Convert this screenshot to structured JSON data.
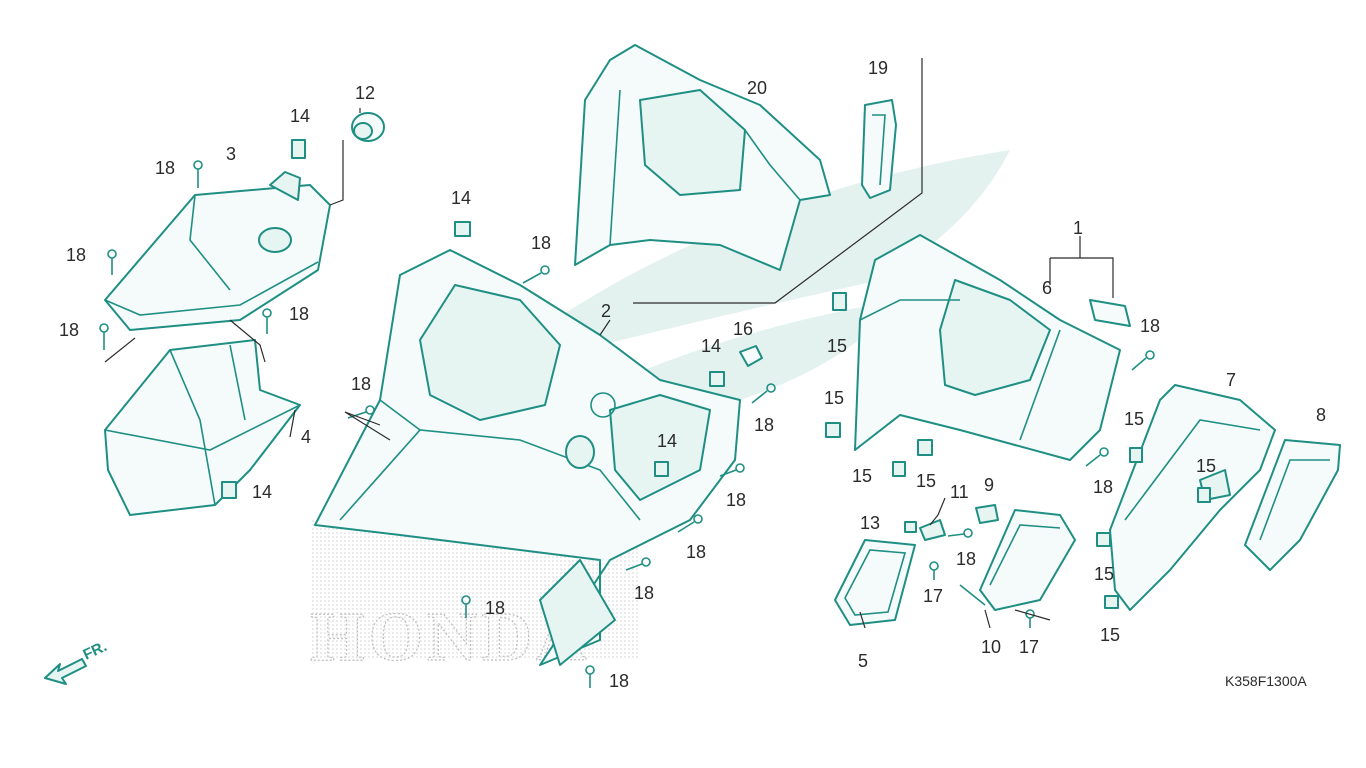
{
  "diagram": {
    "drawing_code": "K358F1300A",
    "direction_label": "FR.",
    "watermark_text": "HONDA",
    "callouts": [
      {
        "id": "c1",
        "label": "1"
      },
      {
        "id": "c2",
        "label": "2"
      },
      {
        "id": "c3",
        "label": "3"
      },
      {
        "id": "c4",
        "label": "4"
      },
      {
        "id": "c5",
        "label": "5"
      },
      {
        "id": "c6",
        "label": "6"
      },
      {
        "id": "c7",
        "label": "7"
      },
      {
        "id": "c8",
        "label": "8"
      },
      {
        "id": "c9",
        "label": "9"
      },
      {
        "id": "c10",
        "label": "10"
      },
      {
        "id": "c11",
        "label": "11"
      },
      {
        "id": "c12",
        "label": "12"
      },
      {
        "id": "c13",
        "label": "13"
      },
      {
        "id": "c14a",
        "label": "14"
      },
      {
        "id": "c14b",
        "label": "14"
      },
      {
        "id": "c14c",
        "label": "14"
      },
      {
        "id": "c14d",
        "label": "14"
      },
      {
        "id": "c14e",
        "label": "14"
      },
      {
        "id": "c15a",
        "label": "15"
      },
      {
        "id": "c15b",
        "label": "15"
      },
      {
        "id": "c15c",
        "label": "15"
      },
      {
        "id": "c15d",
        "label": "15"
      },
      {
        "id": "c15e",
        "label": "15"
      },
      {
        "id": "c15f",
        "label": "15"
      },
      {
        "id": "c15g",
        "label": "15"
      },
      {
        "id": "c15h",
        "label": "15"
      },
      {
        "id": "c16",
        "label": "16"
      },
      {
        "id": "c17a",
        "label": "17"
      },
      {
        "id": "c17b",
        "label": "17"
      },
      {
        "id": "c18a",
        "label": "18"
      },
      {
        "id": "c18b",
        "label": "18"
      },
      {
        "id": "c18c",
        "label": "18"
      },
      {
        "id": "c18d",
        "label": "18"
      },
      {
        "id": "c18e",
        "label": "18"
      },
      {
        "id": "c18f",
        "label": "18"
      },
      {
        "id": "c18g",
        "label": "18"
      },
      {
        "id": "c18h",
        "label": "18"
      },
      {
        "id": "c18i",
        "label": "18"
      },
      {
        "id": "c18j",
        "label": "18"
      },
      {
        "id": "c18k",
        "label": "18"
      },
      {
        "id": "c18l",
        "label": "18"
      },
      {
        "id": "c18m",
        "label": "18"
      },
      {
        "id": "c18n",
        "label": "18"
      },
      {
        "id": "c18o",
        "label": "18"
      },
      {
        "id": "c19",
        "label": "19"
      },
      {
        "id": "c20",
        "label": "20"
      }
    ],
    "colors": {
      "part_line": "#1f8f84",
      "part_fill": "#f4fbfa",
      "text": "#2b2b2b"
    }
  }
}
